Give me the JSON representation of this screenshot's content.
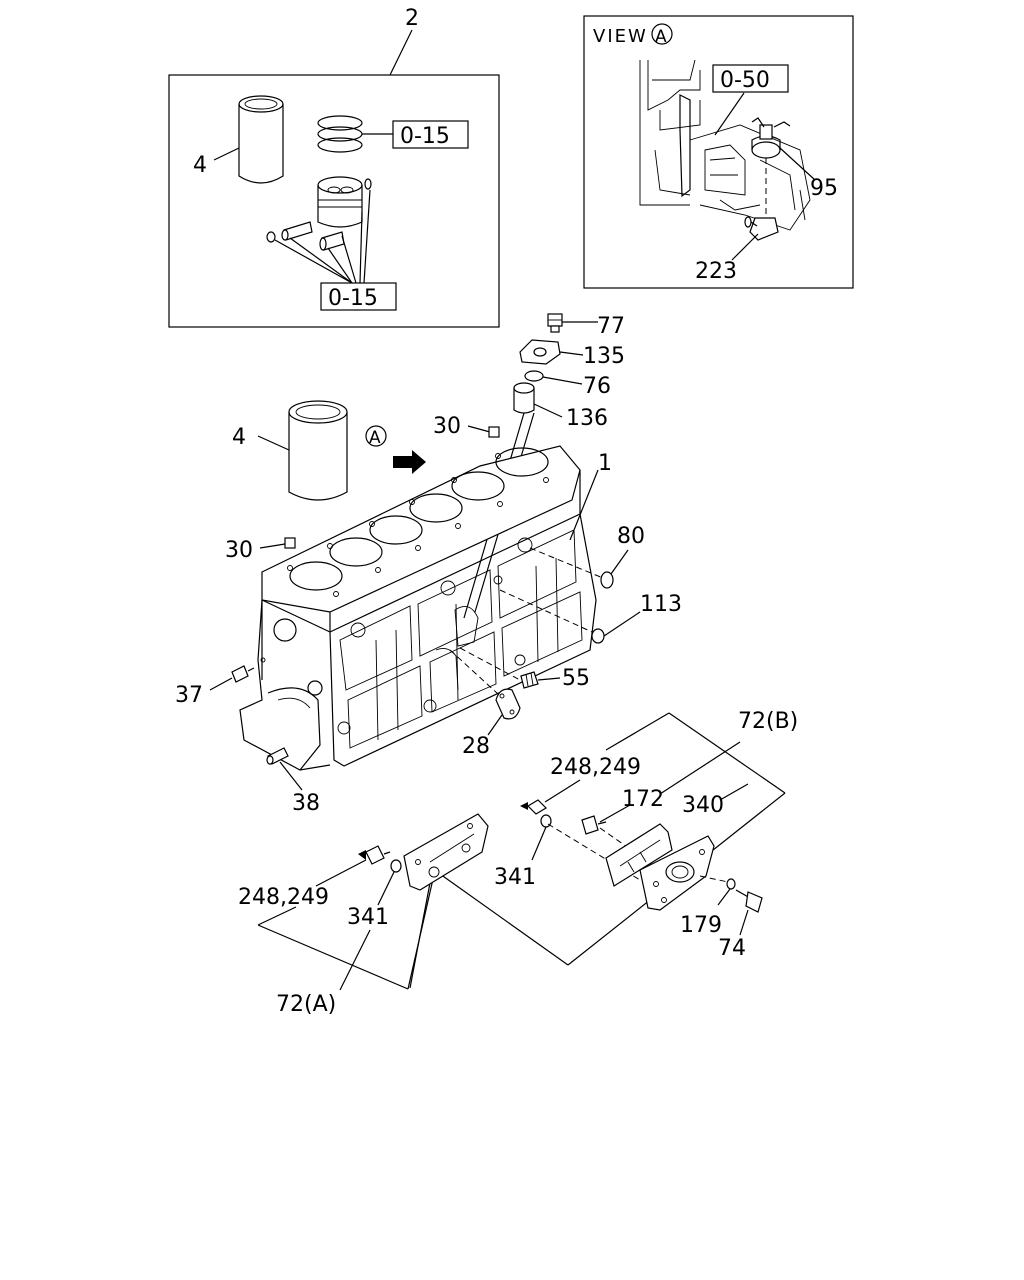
{
  "diagram": {
    "group_number": "2",
    "view_title": "VIEW",
    "view_marker": "A",
    "ref_codes": {
      "rings": "0-15",
      "piston": "0-15",
      "view": "0-50"
    },
    "labels": {
      "liner_inset": "4",
      "liner_main": "4",
      "p95": "95",
      "p223": "223",
      "p77": "77",
      "p135": "135",
      "p76": "76",
      "p136": "136",
      "p30a": "30",
      "p30b": "30",
      "p1": "1",
      "p80": "80",
      "p113": "113",
      "p37": "37",
      "p55": "55",
      "p28": "28",
      "p38": "38",
      "p72b": "72(B)",
      "p248a": "248,249",
      "p172": "172",
      "p340": "340",
      "p341a": "341",
      "p179": "179",
      "p74": "74",
      "p248b": "248,249",
      "p341b": "341",
      "p72a": "72(A)"
    }
  }
}
